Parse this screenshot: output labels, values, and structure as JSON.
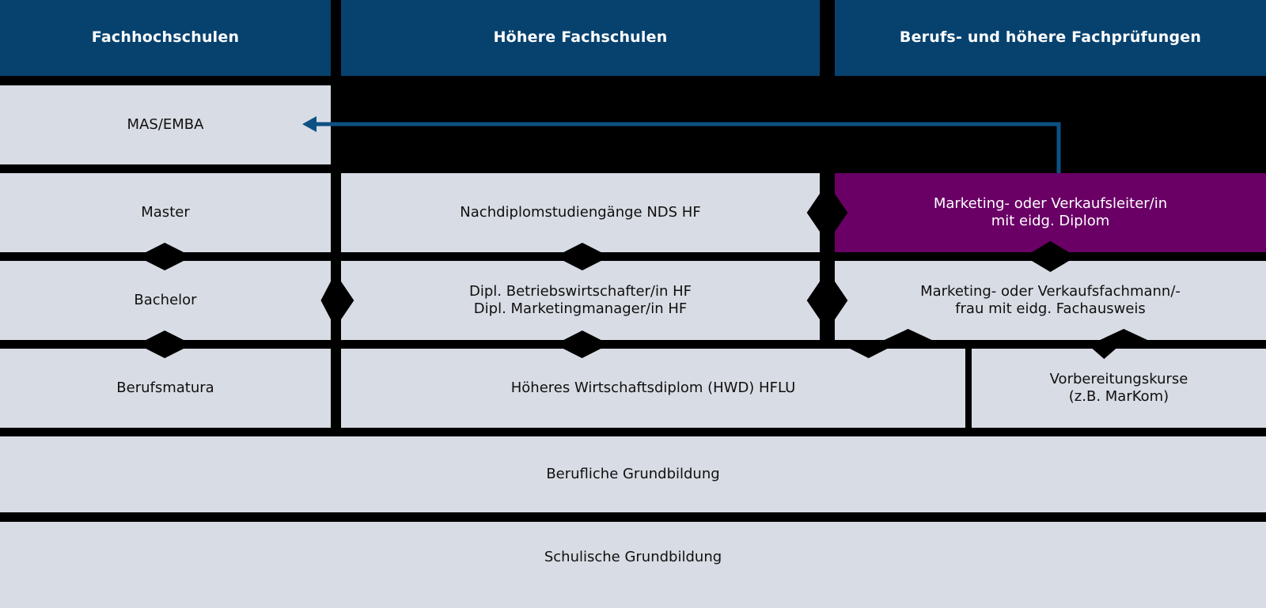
{
  "palette": {
    "header_blue": "#07426f",
    "box_grey": "#d8dce4",
    "highlight_purple": "#6a0066",
    "background_black": "#000000",
    "arrow_blue": "#0d5183",
    "text_dark": "#101010",
    "text_light": "#ffffff"
  },
  "headers": [
    {
      "label": "Fachhochschulen"
    },
    {
      "label": "Höhere Fachschulen"
    },
    {
      "label": "Berufs- und höhere Fachprüfungen"
    }
  ],
  "levels": {
    "mas": {
      "label": "MAS/EMBA"
    },
    "master": {
      "label": "Master"
    },
    "bachelor": {
      "label": "Bachelor"
    },
    "berufsmatura": {
      "label": "Berufsmatura"
    },
    "nds": {
      "label": "Nachdiplomstudiengänge NDS HF"
    },
    "dipl": {
      "label": "Dipl. Betriebswirtschafter/in HF\nDipl. Marketingmanager/in HF"
    },
    "hwd": {
      "label": "Höheres Wirtschaftsdiplom (HWD) HFLU"
    },
    "diplom": {
      "label": "Marketing- oder Verkaufsleiter/in\nmit eidg. Diplom"
    },
    "fachausweis": {
      "label": "Marketing- oder Verkaufsfachmann/-\nfrau mit eidg. Fachausweis"
    },
    "vorbereitung": {
      "label": "Vorbereitungskurse\n(z.B. MarKom)"
    },
    "berufliche": {
      "label": "Berufliche Grundbildung"
    },
    "schulische": {
      "label": "Schulische Grundbildung"
    }
  },
  "connector": {
    "name": "arrow-from-diplom-to-mas",
    "direction": "left",
    "color": "#0d5183"
  }
}
